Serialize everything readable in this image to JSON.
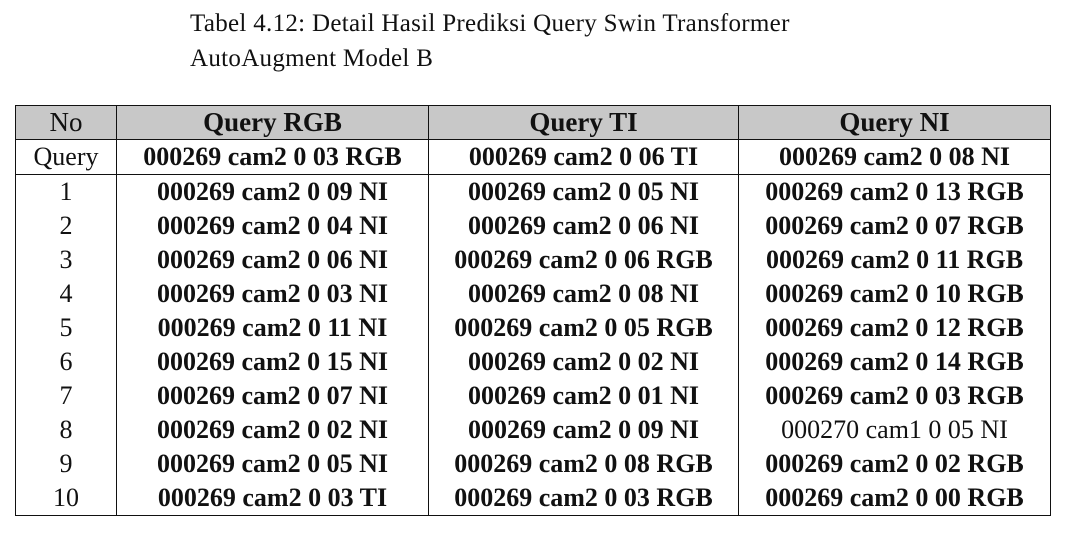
{
  "caption": {
    "line1": "Tabel 4.12: Detail Hasil Prediksi Query Swin Transformer",
    "line2": "AutoAugment Model B"
  },
  "table": {
    "headers": [
      "No",
      "Query RGB",
      "Query TI",
      "Query NI"
    ],
    "query_row": {
      "label": "Query",
      "cells": [
        "000269 cam2 0 03 RGB",
        "000269 cam2 0 06 TI",
        "000269 cam2 0 08 NI"
      ]
    },
    "rows": [
      {
        "no": "1",
        "cells": [
          "000269 cam2 0 09 NI",
          "000269 cam2 0 05 NI",
          "000269 cam2 0 13 RGB"
        ]
      },
      {
        "no": "2",
        "cells": [
          "000269 cam2 0 04 NI",
          "000269 cam2 0 06 NI",
          "000269 cam2 0 07 RGB"
        ]
      },
      {
        "no": "3",
        "cells": [
          "000269 cam2 0 06 NI",
          "000269 cam2 0 06 RGB",
          "000269 cam2 0 11 RGB"
        ]
      },
      {
        "no": "4",
        "cells": [
          "000269 cam2 0 03 NI",
          "000269 cam2 0 08 NI",
          "000269 cam2 0 10 RGB"
        ]
      },
      {
        "no": "5",
        "cells": [
          "000269 cam2 0 11 NI",
          "000269 cam2 0 05 RGB",
          "000269 cam2 0 12 RGB"
        ]
      },
      {
        "no": "6",
        "cells": [
          "000269 cam2 0 15 NI",
          "000269 cam2 0 02 NI",
          "000269 cam2 0 14 RGB"
        ]
      },
      {
        "no": "7",
        "cells": [
          "000269 cam2 0 07 NI",
          "000269 cam2 0 01 NI",
          "000269 cam2 0 03 RGB"
        ]
      },
      {
        "no": "8",
        "cells": [
          "000269 cam2 0 02 NI",
          "000269 cam2 0 09 NI",
          "000270 cam1 0 05 NI"
        ]
      },
      {
        "no": "9",
        "cells": [
          "000269 cam2 0 05 NI",
          "000269 cam2 0 08 RGB",
          "000269 cam2 0 02 RGB"
        ]
      },
      {
        "no": "10",
        "cells": [
          "000269 cam2 0 03 TI",
          "000269 cam2 0 03 RGB",
          "000269 cam2 0 00 RGB"
        ]
      }
    ],
    "header_bg": "#c8c8c8"
  }
}
